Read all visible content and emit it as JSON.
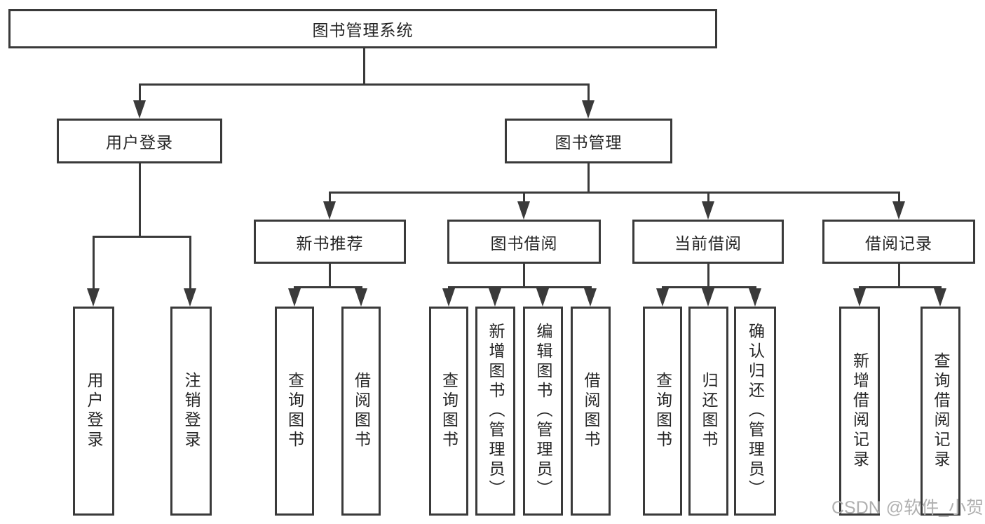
{
  "diagram": {
    "root": {
      "label": "图书管理系统"
    },
    "branches": [
      {
        "label": "用户登录",
        "children": [
          {
            "label": "用户登录"
          },
          {
            "label": "注销登录"
          }
        ]
      },
      {
        "label": "图书管理",
        "children": [
          {
            "label": "新书推荐",
            "children": [
              {
                "label": "查询图书"
              },
              {
                "label": "借阅图书"
              }
            ]
          },
          {
            "label": "图书借阅",
            "children": [
              {
                "label": "查询图书"
              },
              {
                "label": "新增图书（管理员）"
              },
              {
                "label": "编辑图书（管理员）"
              },
              {
                "label": "借阅图书"
              }
            ]
          },
          {
            "label": "当前借阅",
            "children": [
              {
                "label": "查询图书"
              },
              {
                "label": "归还图书"
              },
              {
                "label": "确认归还（管理员）"
              }
            ]
          },
          {
            "label": "借阅记录",
            "children": [
              {
                "label": "新增借阅记录"
              },
              {
                "label": "查询借阅记录"
              }
            ]
          }
        ]
      }
    ]
  },
  "watermark": {
    "text": "CSDN @软件_小贺同学"
  },
  "colors": {
    "line": "#3a3a3a",
    "text": "#262626",
    "watermark": "#b0b0b0",
    "background": "#ffffff"
  }
}
